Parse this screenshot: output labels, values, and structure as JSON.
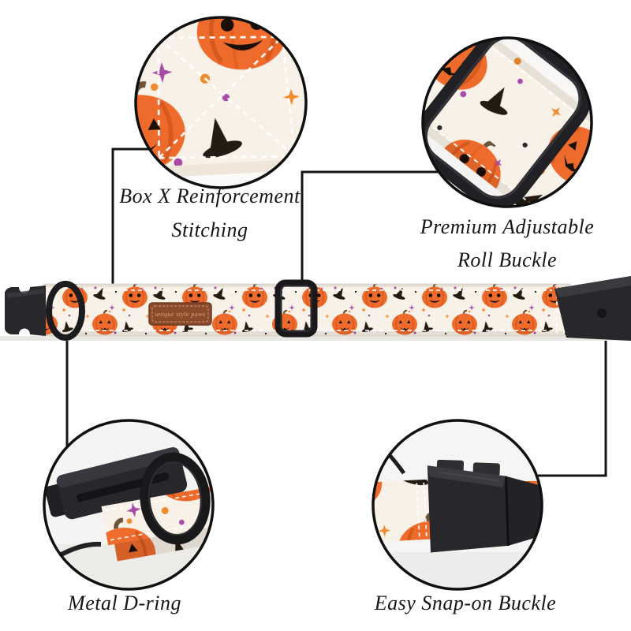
{
  "callouts": {
    "top_left": {
      "line1": "Box X Reinforcement",
      "line2": "Stitching"
    },
    "top_right": {
      "line1": "Premium Adjustable",
      "line2": "Roll Buckle"
    },
    "bottom_left": {
      "line1": "Metal D-ring"
    },
    "bottom_right": {
      "line1": "Easy Snap-on Buckle"
    }
  },
  "collar": {
    "brand_tag_text": "unique style paws"
  },
  "colors": {
    "background": "#ffffff",
    "fabric_cream": "#f8f1e8",
    "pumpkin_orange": "#ee6b2c",
    "pumpkin_stripe": "#d8591d",
    "hardware_black": "#28282c",
    "tag_brown": "#8a4a2c",
    "callout_line": "#141414",
    "label_text": "#151515",
    "star_purple": "#a64ca6",
    "star_orange": "#f08a2e"
  }
}
